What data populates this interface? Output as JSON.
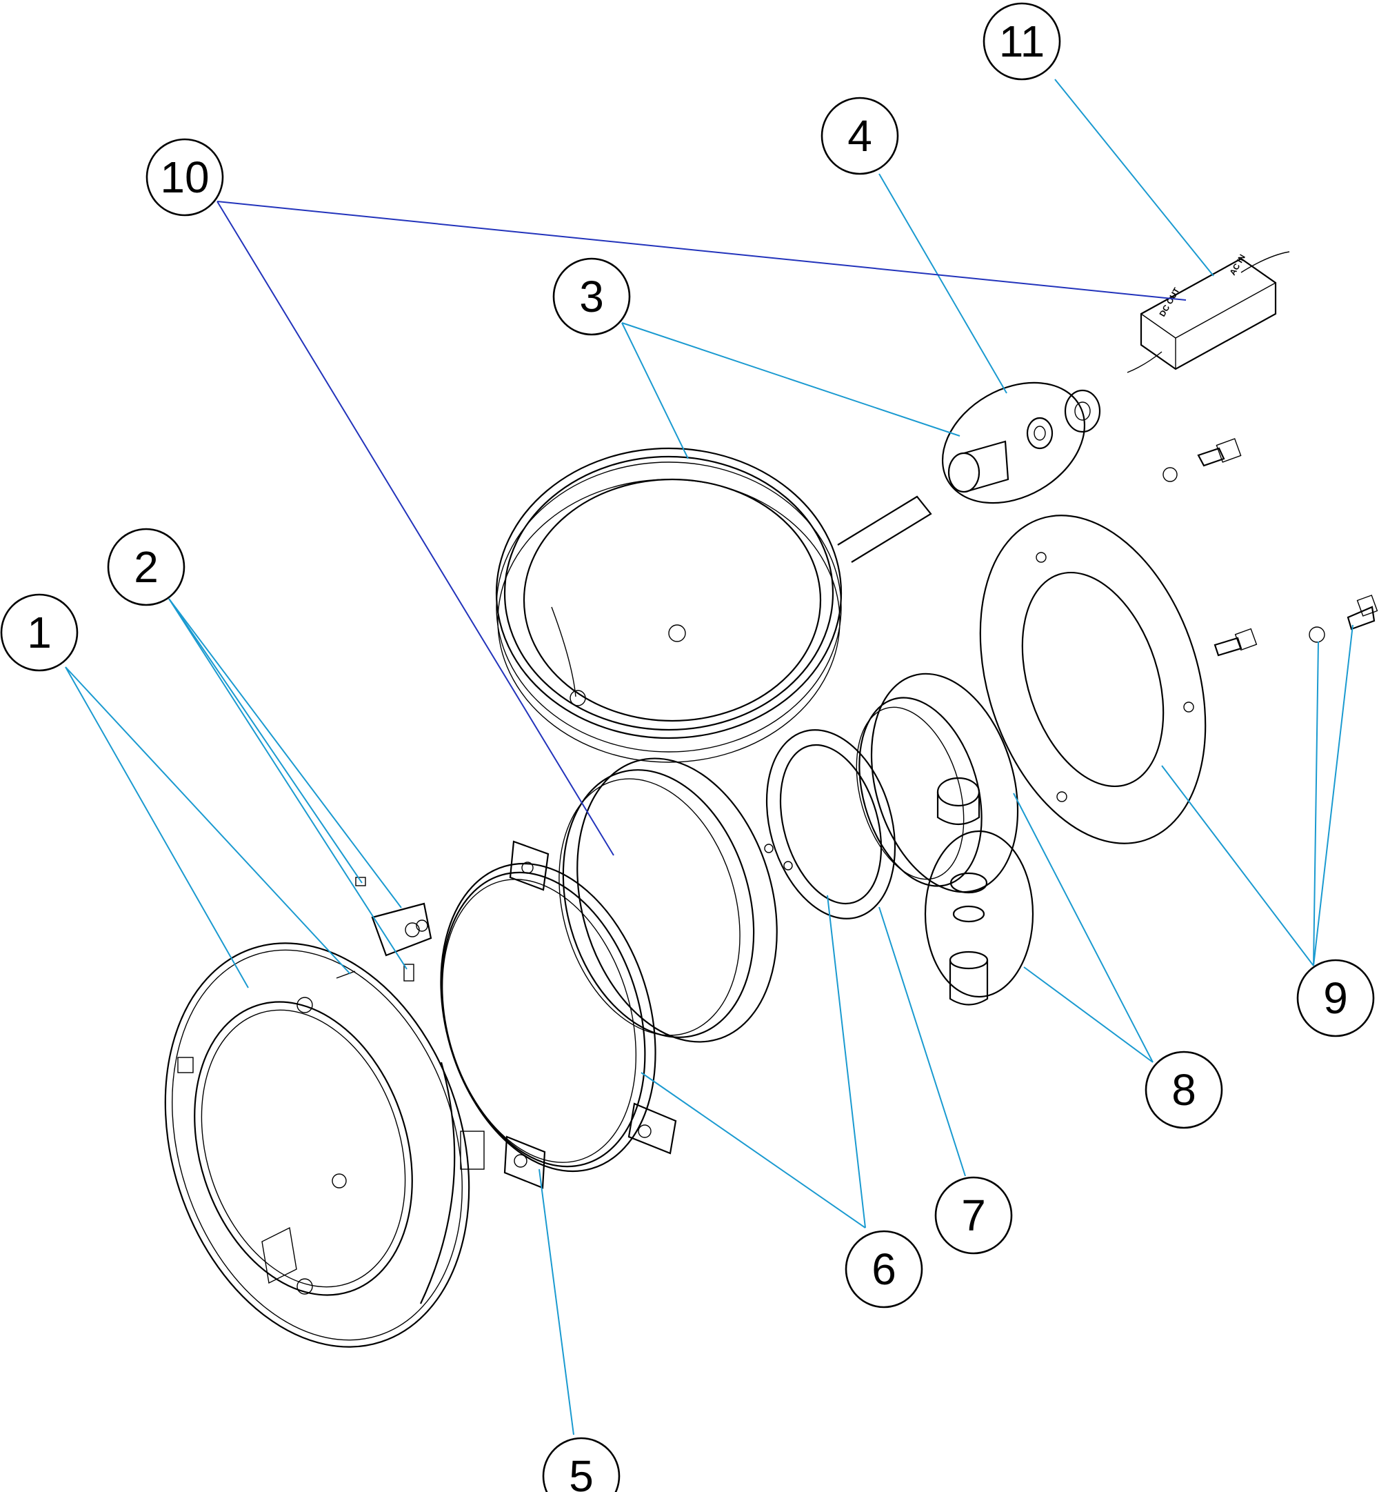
{
  "colors": {
    "leader": "#1a9ad0",
    "leader_dark": "#2233bb",
    "stroke": "#000000"
  },
  "callouts": [
    {
      "id": "1",
      "label": "1"
    },
    {
      "id": "2",
      "label": "2"
    },
    {
      "id": "3",
      "label": "3"
    },
    {
      "id": "4",
      "label": "4"
    },
    {
      "id": "5",
      "label": "5"
    },
    {
      "id": "6",
      "label": "6"
    },
    {
      "id": "7",
      "label": "7"
    },
    {
      "id": "8",
      "label": "8"
    },
    {
      "id": "9",
      "label": "9"
    },
    {
      "id": "10",
      "label": "10"
    },
    {
      "id": "11",
      "label": "11"
    }
  ],
  "transformer": {
    "label_in": "AC IN",
    "label_out": "DC OUT"
  }
}
